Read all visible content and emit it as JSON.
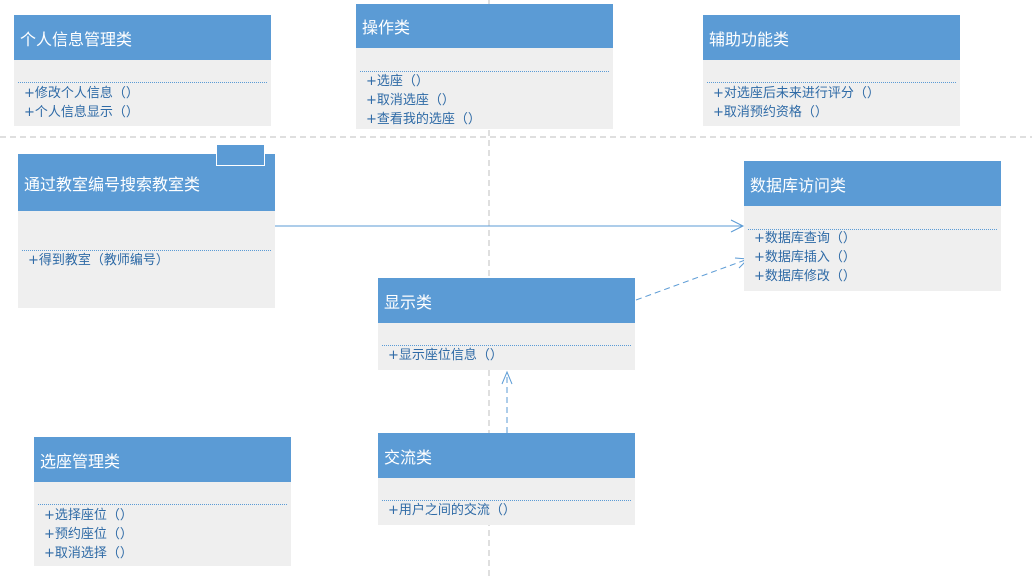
{
  "classes": {
    "personal": {
      "name": "个人信息管理类",
      "ops": [
        "+修改个人信息（）",
        "+个人信息显示（）"
      ]
    },
    "operation": {
      "name": "操作类",
      "ops": [
        "+选座（）",
        "+取消选座（）",
        "+查看我的选座（）"
      ]
    },
    "aux": {
      "name": "辅助功能类",
      "ops": [
        "+对选座后未来进行评分（）",
        "+取消预约资格（）"
      ]
    },
    "search": {
      "name": "通过教室编号搜索教室类",
      "ops": [
        "+得到教室（教师编号）"
      ]
    },
    "db": {
      "name": "数据库访问类",
      "ops": [
        "+数据库查询（）",
        "+数据库插入（）",
        "+数据库修改（）"
      ]
    },
    "display": {
      "name": "显示类",
      "ops": [
        "+显示座位信息（）"
      ]
    },
    "seat": {
      "name": "选座管理类",
      "ops": [
        "+选择座位（）",
        "+预约座位（）",
        "+取消选择（）"
      ]
    },
    "comm": {
      "name": "交流类",
      "ops": [
        "+用户之间的交流（）"
      ]
    }
  },
  "colors": {
    "header": "#5b9bd5",
    "body": "#efefef",
    "line": "#5b9bd5",
    "text": "#2e6aa6"
  }
}
